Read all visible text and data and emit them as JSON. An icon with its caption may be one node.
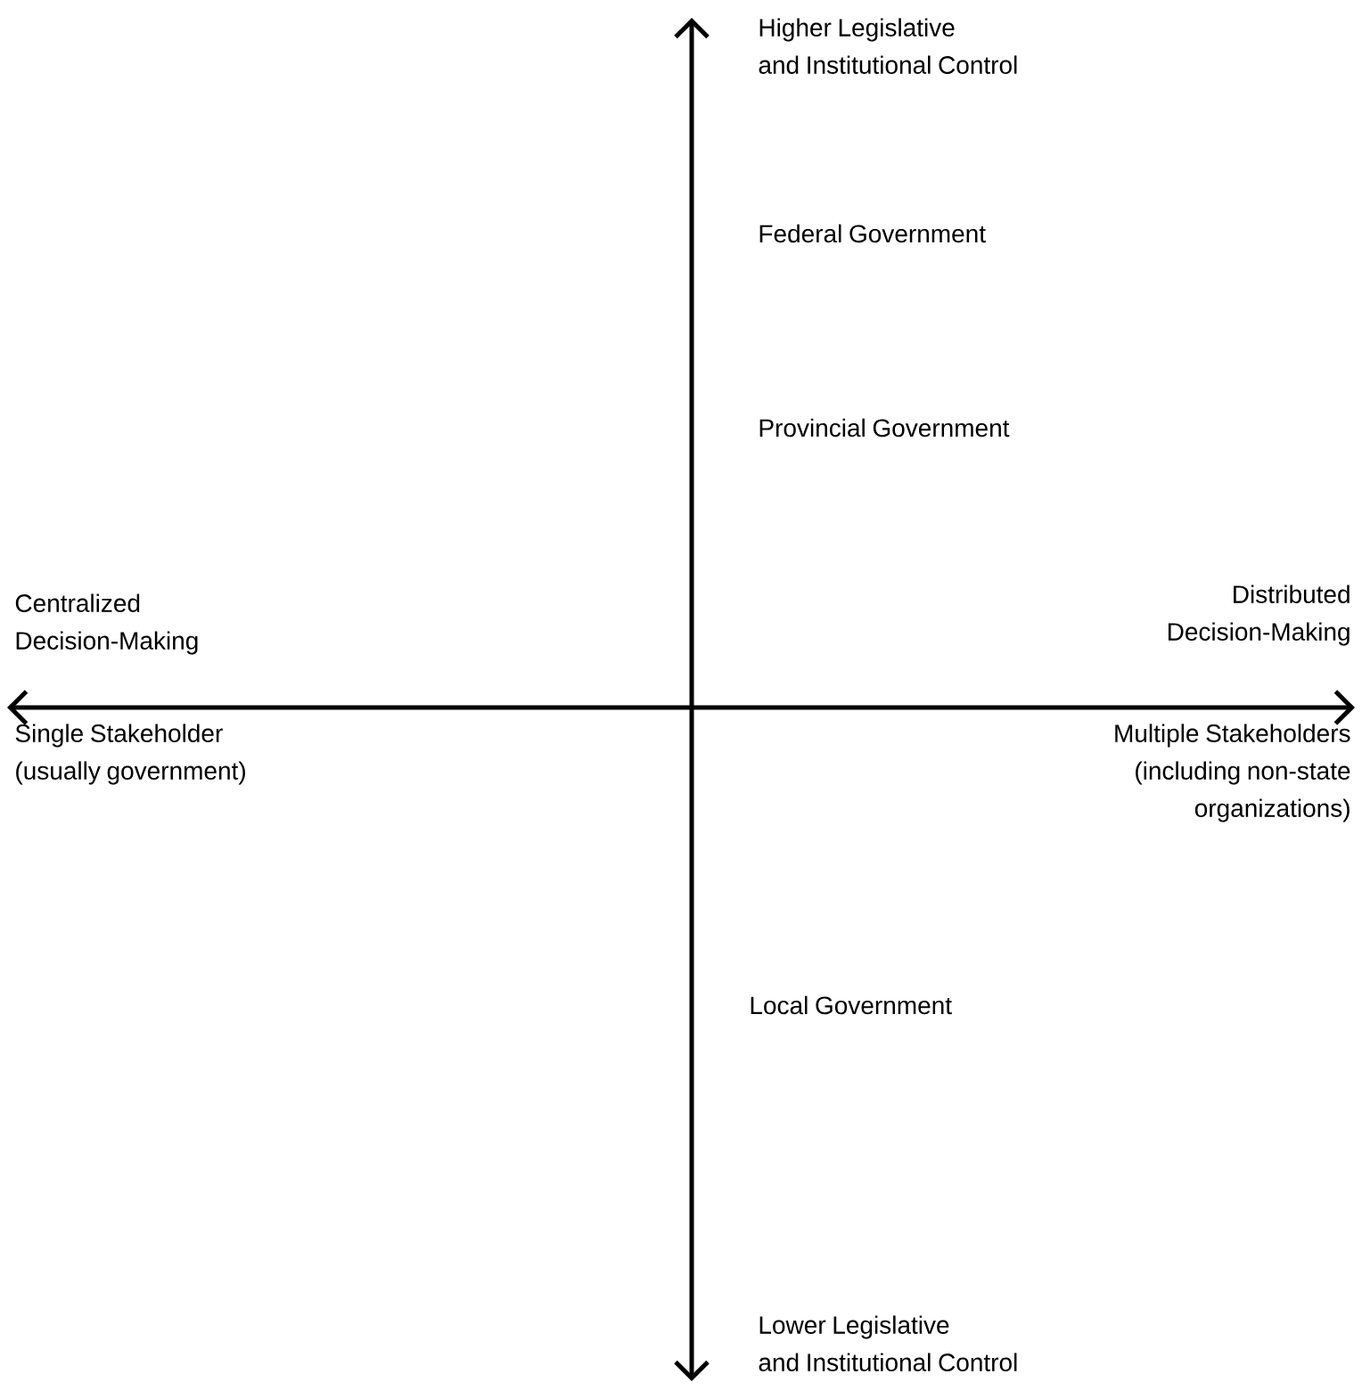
{
  "diagram": {
    "labels": [
      "Higher Legislative and Institutional Control",
      "Federal Government",
      "Provincial Government",
      "Centralized Decision-Making",
      "Distributed Decision-Making",
      "Single Stakeholder (usually government)",
      "Multiple Stakeholders (including non-state organizations)",
      "Local Government",
      "Lower Legislative and Institutional Control"
    ]
  }
}
